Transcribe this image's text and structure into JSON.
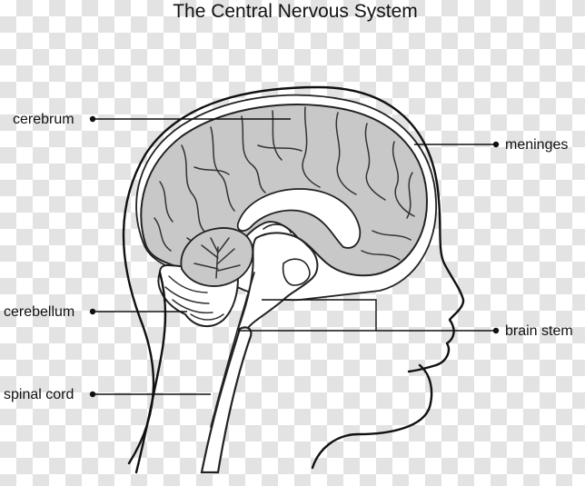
{
  "diagram": {
    "title": "The Central Nervous System",
    "labels": {
      "cerebrum": "cerebrum",
      "meninges": "meninges",
      "cerebellum": "cerebellum",
      "brain_stem": "brain stem",
      "spinal_cord": "spinal cord"
    },
    "colors": {
      "brain_fill": "#c8c8c8",
      "meninges_fill": "#ffffff",
      "cerebellum_fill": "#ffffff",
      "line": "#111111",
      "checker": "#e3e3e3"
    }
  }
}
